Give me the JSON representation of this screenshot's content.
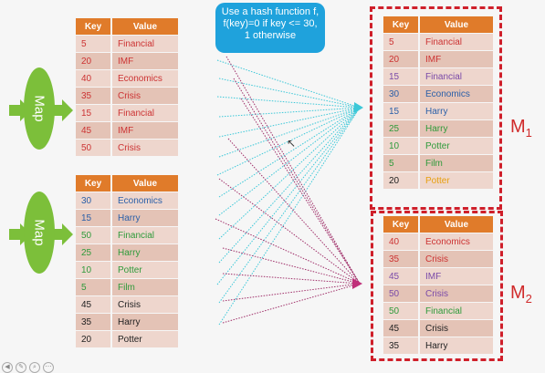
{
  "header_key": "Key",
  "header_value": "Value",
  "map_label": "Map",
  "callout": {
    "line1": "Use a hash function f,",
    "line2": "f(key)=0  if key <= 30,",
    "line3": "1  otherwise"
  },
  "m1": {
    "letter": "M",
    "sub": "1"
  },
  "m2": {
    "letter": "M",
    "sub": "2"
  },
  "colors": {
    "header": "#e07b2a",
    "map": "#7cbf3a",
    "callout": "#1fa2dc",
    "dashed_box": "#cf1f2a",
    "line_to_m1": "#3cc8d8",
    "line_to_m2": "#a0306a"
  },
  "input1": [
    {
      "key": "5",
      "value": "Financial",
      "kc": "#cc3333",
      "vc": "#cc3333"
    },
    {
      "key": "20",
      "value": "IMF",
      "kc": "#cc3333",
      "vc": "#cc3333"
    },
    {
      "key": "40",
      "value": "Economics",
      "kc": "#cc3333",
      "vc": "#cc3333"
    },
    {
      "key": "35",
      "value": "Crisis",
      "kc": "#cc3333",
      "vc": "#cc3333"
    },
    {
      "key": "15",
      "value": "Financial",
      "kc": "#cc3333",
      "vc": "#cc3333"
    },
    {
      "key": "45",
      "value": "IMF",
      "kc": "#cc3333",
      "vc": "#cc3333"
    },
    {
      "key": "50",
      "value": "Crisis",
      "kc": "#cc3333",
      "vc": "#cc3333"
    }
  ],
  "input2": [
    {
      "key": "30",
      "value": "Economics",
      "kc": "#2a5fa8",
      "vc": "#2a5fa8"
    },
    {
      "key": "15",
      "value": "Harry",
      "kc": "#2a5fa8",
      "vc": "#2a5fa8"
    },
    {
      "key": "50",
      "value": "Financial",
      "kc": "#2e9a3a",
      "vc": "#2e9a3a"
    },
    {
      "key": "25",
      "value": "Harry",
      "kc": "#2e9a3a",
      "vc": "#2e9a3a"
    },
    {
      "key": "10",
      "value": "Potter",
      "kc": "#2e9a3a",
      "vc": "#2e9a3a"
    },
    {
      "key": "5",
      "value": "Film",
      "kc": "#2e9a3a",
      "vc": "#2e9a3a"
    },
    {
      "key": "45",
      "value": "Crisis",
      "kc": "#222222",
      "vc": "#222222"
    },
    {
      "key": "35",
      "value": "Harry",
      "kc": "#222222",
      "vc": "#222222"
    },
    {
      "key": "20",
      "value": "Potter",
      "kc": "#222222",
      "vc": "#222222"
    }
  ],
  "out1": [
    {
      "key": "5",
      "value": "Financial",
      "kc": "#cc3333",
      "vc": "#cc3333"
    },
    {
      "key": "20",
      "value": "IMF",
      "kc": "#cc3333",
      "vc": "#cc3333"
    },
    {
      "key": "15",
      "value": "Financial",
      "kc": "#7a4aa8",
      "vc": "#7a4aa8"
    },
    {
      "key": "30",
      "value": "Economics",
      "kc": "#2a5fa8",
      "vc": "#2a5fa8"
    },
    {
      "key": "15",
      "value": "Harry",
      "kc": "#2a5fa8",
      "vc": "#2a5fa8"
    },
    {
      "key": "25",
      "value": "Harry",
      "kc": "#2e9a3a",
      "vc": "#2e9a3a"
    },
    {
      "key": "10",
      "value": "Potter",
      "kc": "#2e9a3a",
      "vc": "#2e9a3a"
    },
    {
      "key": "5",
      "value": "Film",
      "kc": "#2e9a3a",
      "vc": "#2e9a3a"
    },
    {
      "key": "20",
      "value": "Potter",
      "kc": "#222222",
      "vc": "#e8a010"
    }
  ],
  "out2": [
    {
      "key": "40",
      "value": "Economics",
      "kc": "#cc3333",
      "vc": "#cc3333"
    },
    {
      "key": "35",
      "value": "Crisis",
      "kc": "#cc3333",
      "vc": "#cc3333"
    },
    {
      "key": "45",
      "value": "IMF",
      "kc": "#7a4aa8",
      "vc": "#7a4aa8"
    },
    {
      "key": "50",
      "value": "Crisis",
      "kc": "#7a4aa8",
      "vc": "#7a4aa8"
    },
    {
      "key": "50",
      "value": "Financial",
      "kc": "#2e9a3a",
      "vc": "#2e9a3a"
    },
    {
      "key": "45",
      "value": "Crisis",
      "kc": "#222222",
      "vc": "#222222"
    },
    {
      "key": "35",
      "value": "Harry",
      "kc": "#222222",
      "vc": "#222222"
    }
  ]
}
